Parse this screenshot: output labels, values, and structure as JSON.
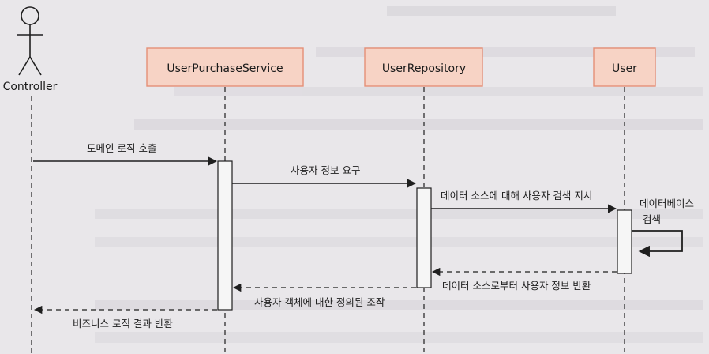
{
  "actors": {
    "controller": "Controller"
  },
  "participants": [
    {
      "id": "service",
      "label": "UserPurchaseService"
    },
    {
      "id": "repository",
      "label": "UserRepository"
    },
    {
      "id": "user",
      "label": "User"
    }
  ],
  "messages": {
    "m1": "도메인 로직 호출",
    "m2": "사용자 정보 요구",
    "m3": "데이터 소스에 대해 사용자 검색 지시",
    "m4a": "데이터베이스",
    "m4b": "검색",
    "m5": "데이터 소스로부터 사용자 정보 반환",
    "m6": "사용자 객체에 대한 정의된 조작",
    "m7": "비즈니스 로직 결과 반환"
  },
  "colors": {
    "box_fill": "#f7d3c5",
    "box_stroke": "#e58f77",
    "line": "#1f1f1f",
    "activation_fill": "#f6f6f6"
  }
}
